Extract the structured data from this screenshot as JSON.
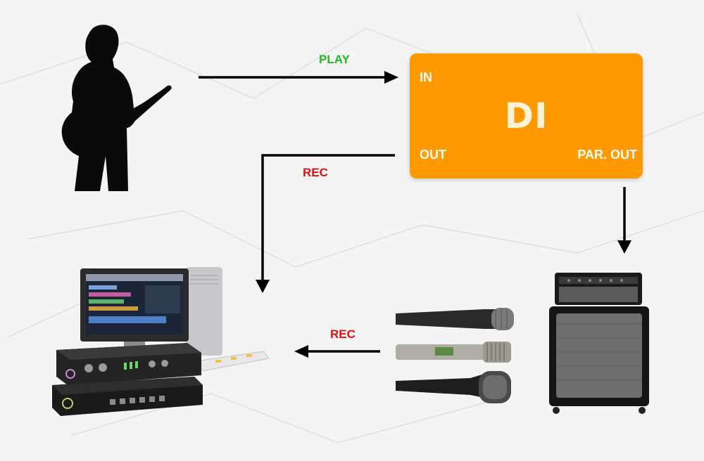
{
  "labels": {
    "play": "PLAY",
    "rec_top": "REC",
    "rec_bottom": "REC"
  },
  "di_box": {
    "title": "DI",
    "in": "IN",
    "out": "OUT",
    "par_out": "PAR. OUT"
  },
  "colors": {
    "di_orange": "#ff9900",
    "play_green": "#22bb22",
    "rec_red": "#dd1111",
    "arrow": "#000000"
  }
}
